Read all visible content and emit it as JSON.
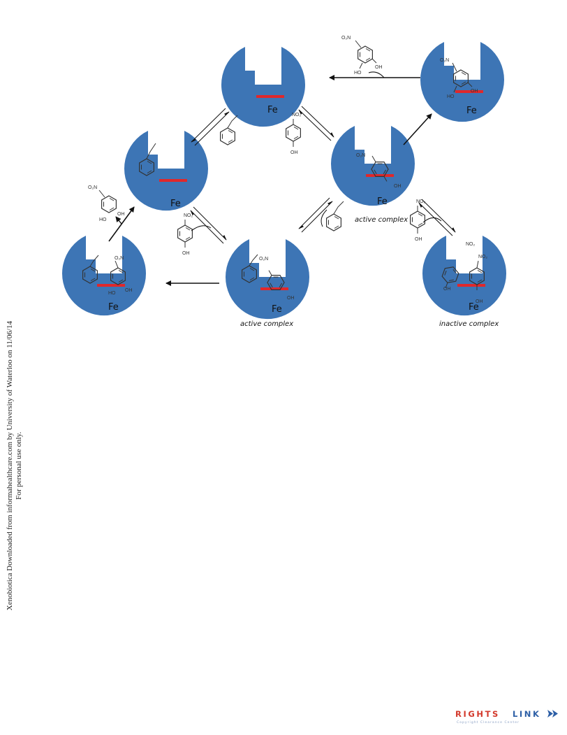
{
  "sidebar": {
    "line1": "Xenobiotica Downloaded from informahealthcare.com by University of Waterloo on 11/06/14",
    "line2": "For personal use only."
  },
  "labels": {
    "fe": "Fe",
    "active_complex": "active  complex",
    "inactive_complex": "inactive  complex",
    "no2": "NO₂",
    "o2n": "O₂N",
    "oh": "OH",
    "ho": "HO"
  },
  "logo": {
    "rights": "RIGHTS",
    "link": "LINK",
    "subtitle": "Copyright Clearance Center"
  },
  "colors": {
    "enzyme_blue": "#3d75b5",
    "heme_red": "#e0282b",
    "arrow": "#111111",
    "structure": "#333333"
  }
}
